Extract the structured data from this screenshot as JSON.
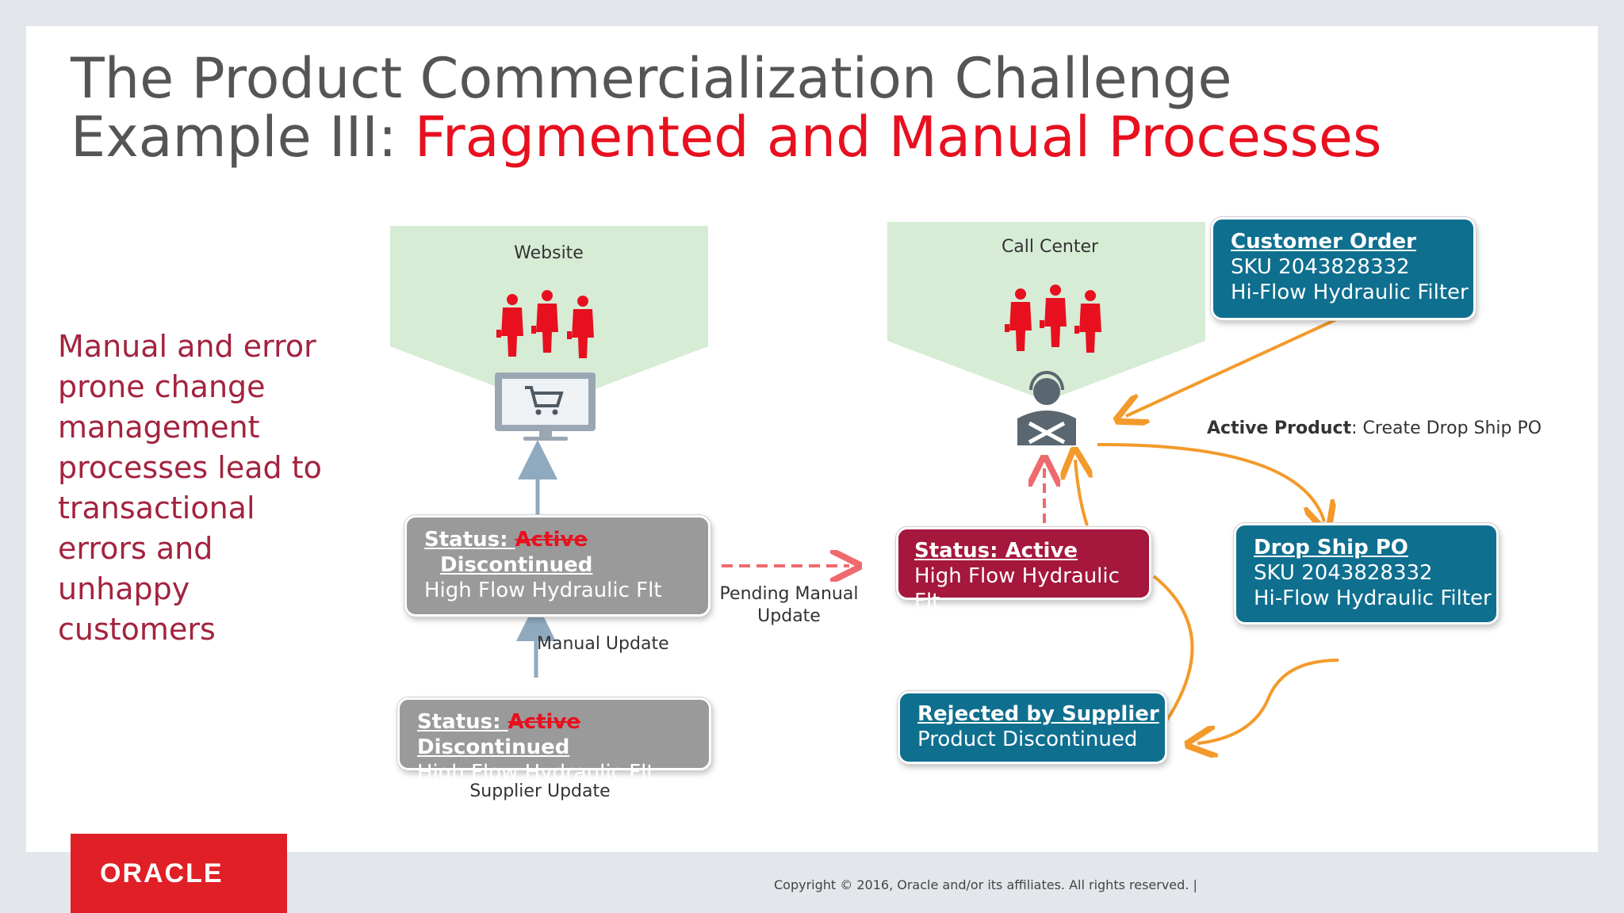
{
  "title": {
    "line1": "The Product Commercialization Challenge",
    "line2_prefix": "Example III: ",
    "line2_highlight": "Fragmented and Manual Processes"
  },
  "side_text": "Manual and error prone change management processes lead to transactional errors and  unhappy customers",
  "website": {
    "label": "Website",
    "status_box": {
      "status_prefix": "Status: ",
      "status_struck": "Active",
      "status_new": "Discontinued",
      "item": "High Flow Hydraulic Flt"
    },
    "manual_update_label": "Manual Update",
    "supplier_box": {
      "status_prefix": "Status: ",
      "status_struck": "Active",
      "status_new": " Discontinued ",
      "item": "High Flow Hydraulic Flt"
    },
    "supplier_update_label": "Supplier Update"
  },
  "pending_label": "Pending Manual Update",
  "call_center": {
    "label": "Call Center",
    "status_box": {
      "status": "Status: Active",
      "item": "High Flow Hydraulic Flt"
    },
    "customer_order": {
      "title": "Customer Order",
      "sku": "SKU 2043828332",
      "item": "Hi-Flow Hydraulic Filter"
    },
    "active_product_bold": "Active Product",
    "active_product_rest": ": Create Drop Ship PO",
    "drop_ship": {
      "title": "Drop Ship PO",
      "sku": "SKU 2043828332",
      "item": "Hi-Flow Hydraulic Filter"
    },
    "rejected": {
      "title": "Rejected by Supplier",
      "detail": "Product Discontinued"
    }
  },
  "footer": {
    "logo": "ORACLE",
    "copyright": "Copyright © 2016, Oracle and/or its affiliates. All rights reserved.  |"
  },
  "colors": {
    "accent_red": "#e8101f",
    "maroon": "#a3233e",
    "teal": "#0f6f8f",
    "gray_box": "#9a9a9a",
    "panel_green": "#d6ecd5",
    "arrow_orange": "#f39a2b",
    "arrow_blue": "#8fa9bf",
    "arrow_pink": "#ef6a6f"
  },
  "icons": [
    "people-icon",
    "monitor-cart-icon",
    "support-agent-icon",
    "oracle-logo"
  ]
}
